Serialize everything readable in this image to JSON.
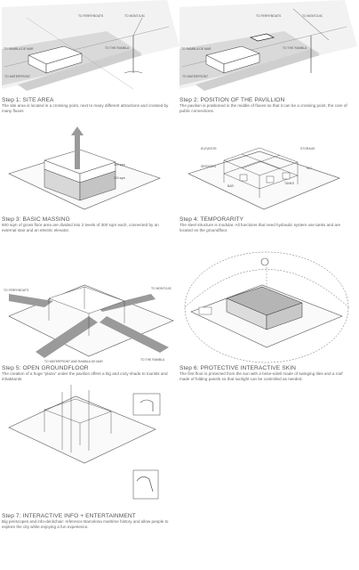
{
  "steps": [
    {
      "title": "Step 1: SITE AREA",
      "desc": "The site area is located in a crossing point, next to many different attractions and crossed by many fluxes"
    },
    {
      "title": "Step 2: POSITION OF THE PAVILLION",
      "desc": "The pavilion is positioned in the middle of fluxes so that it can be a crossing point, the core of public connections."
    },
    {
      "title": "Step 3: BASIC MASSING",
      "desc": "600 sqm of gross floor area are divided into 2 levels of 300 sqm each, connected by an external stair and an electric elevator."
    },
    {
      "title": "Step 4: TEMPORARITY",
      "desc": "The steel structure is modular. All functions that need hydraulic system use tanks and are located on the groundfloor."
    },
    {
      "title": "Step 5: OPEN GROUNDFLOOR",
      "desc": "The creation of a huge \"plaza\" under the pavilion offers a big and cozy shade to tourists and inhabitants."
    },
    {
      "title": "Step 6: PROTECTIVE INTERACTIVE SKIN",
      "desc": "The first floor is protected from the sun with a brise-soleil made of swinging tiles and a roof made of folding panels so that sunlight can be controlled as needed."
    },
    {
      "title": "Step 7: INTERACTIVE INFO + ENTERTAINMENT",
      "desc": "Big periscopes and info-deckchair: reference Barcelona maritime history and allow people to explore the city while enjoying a fun experience."
    }
  ],
  "labels": {
    "to_ferryboats": "TO FERRYBOATS",
    "to_montjuic": "TO MONTJUIC",
    "to_rambla_de_mar": "TO RAMBLA DE MAR",
    "to_the_rambla": "TO THE RAMBLA",
    "to_waterfront": "TO WATERFRONT",
    "to_waterfront_and_rambla": "TO WATERFRONT AND RAMBLA DE MAR",
    "montjuic_caps": "TO MONTJUIC",
    "area_300a": "300 sqm",
    "area_300b": "300 sqm",
    "lift": "ELEVATOR",
    "services": "SERVICES",
    "storage": "STORAGE",
    "wc": "W.C.",
    "tanks": "TANKS",
    "bar": "BAR"
  }
}
